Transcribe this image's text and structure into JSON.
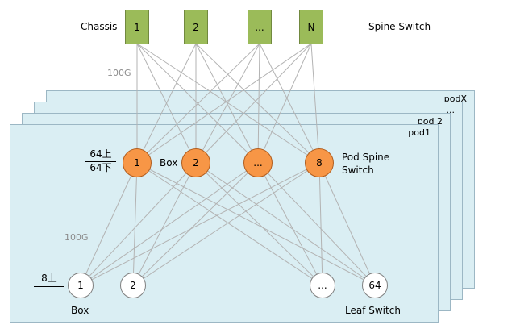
{
  "diagram": {
    "chassis_label": "Chassis",
    "spine_title": "Spine Switch",
    "spine_nodes": [
      "1",
      "2",
      "...",
      "N"
    ],
    "uplink_speed_label": "100G",
    "downlink_speed_label": "100G",
    "pods": [
      {
        "label": "podX"
      },
      {
        "label": "..."
      },
      {
        "label": "pod 2"
      },
      {
        "label": "pod1"
      }
    ],
    "pod_spine": {
      "fraction_top": "64上",
      "fraction_bottom": "64下",
      "box_label": "Box",
      "nodes": [
        "1",
        "2",
        "...",
        "8"
      ],
      "title": "Pod Spine Switch"
    },
    "leaf": {
      "uplink_label": "8上",
      "box_label": "Box",
      "nodes": [
        "1",
        "2",
        "...",
        "64"
      ],
      "title": "Leaf Switch"
    }
  },
  "colors": {
    "spine_fill": "#9bbb59",
    "spine_border": "#71893f",
    "pod_fill": "#daeef3",
    "pod_border": "#9cb7c4",
    "pod_spine_fill": "#f79646",
    "leaf_fill": "#ffffff",
    "wire": "#b3b3b3"
  }
}
